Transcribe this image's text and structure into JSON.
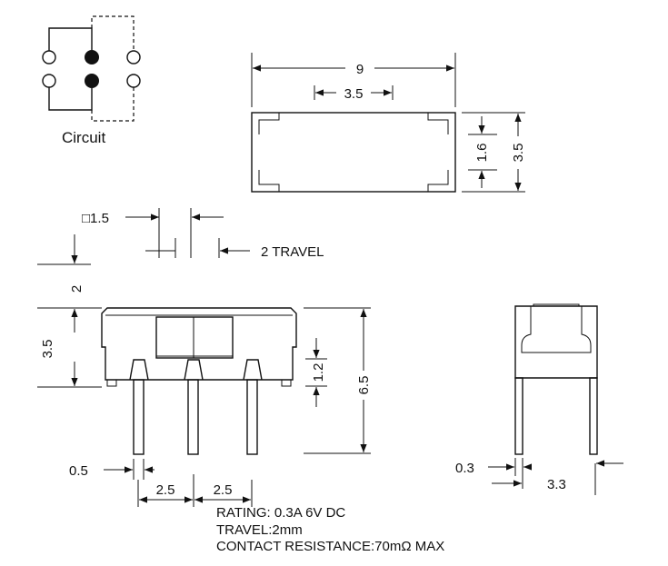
{
  "circuit": {
    "label": "Circuit"
  },
  "top_view": {
    "length": "9",
    "pitch": "3.5",
    "inner_height": "1.6",
    "height": "3.5"
  },
  "side_view": {
    "actuator_size": "□1.5",
    "travel": "2 TRAVEL",
    "actuator_height": "2",
    "body_height": "3.5",
    "standoff": "1.2",
    "total_height": "6.5",
    "pin_width": "0.5",
    "pin_pitch_left": "2.5",
    "pin_pitch_right": "2.5"
  },
  "end_view": {
    "pin_thickness": "0.3",
    "width": "3.3"
  },
  "specs": {
    "rating": "RATING: 0.3A 6V DC",
    "travel": "TRAVEL:2mm",
    "contact_resistance": "CONTACT RESISTANCE:70mΩ  MAX"
  }
}
